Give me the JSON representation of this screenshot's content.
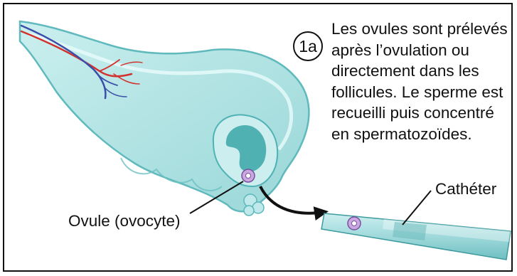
{
  "step": {
    "number": "1a",
    "text": "Les ovules sont prélevés après l’ovulation ou directement dans les follicules. Le sperme est recueilli puis concentré en spermatozoïdes."
  },
  "labels": {
    "ovule": "Ovule (ovocyte)",
    "catheter": "Cathéter"
  },
  "colors": {
    "tissue_fill": "#aee3e3",
    "tissue_outline": "#4fb3b6",
    "follicle_dark": "#3aa6a8",
    "artery": "#d2322d",
    "vein": "#3b4fa8",
    "arrow": "#111111",
    "ovum": "#c9a8e0",
    "catheter": "#8fd0d3"
  }
}
